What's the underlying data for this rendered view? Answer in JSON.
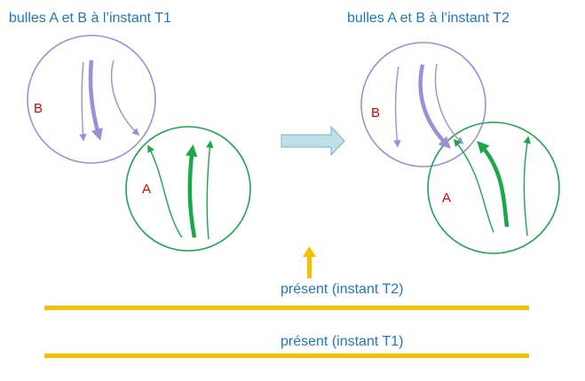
{
  "titles": {
    "t1": "bulles A et B à l’instant T1",
    "t2": "bulles A et B à l’instant T2"
  },
  "bubbles": {
    "a_label": "A",
    "b_label": "B"
  },
  "timeline": {
    "present_t2": "présent  (instant T2)",
    "present_t1": "présent  (instant T1)"
  },
  "colors": {
    "title_text": "#1f78c0",
    "label_red": "#e00000",
    "bubble_b": "#9c8fd6",
    "bubble_a": "#1aa84a",
    "timeline_bar": "#f5c000",
    "transition_arrow": "#bfe0e8",
    "transition_arrow_border": "#7fb0b8",
    "up_arrow": "#f5c000"
  }
}
